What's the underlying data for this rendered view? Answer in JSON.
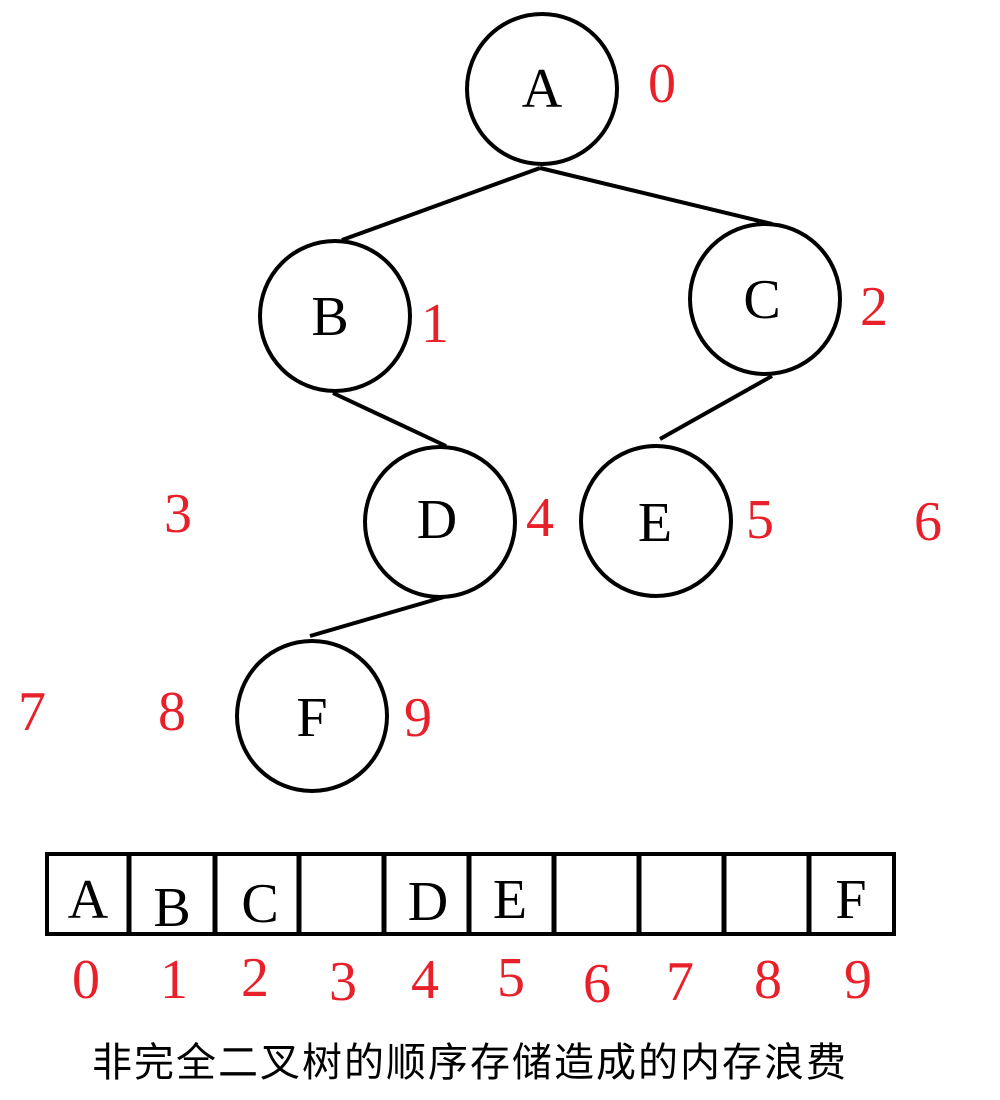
{
  "tree": {
    "nodes": [
      {
        "id": "A",
        "label": "A",
        "index": "0"
      },
      {
        "id": "B",
        "label": "B",
        "index": "1"
      },
      {
        "id": "C",
        "label": "C",
        "index": "2"
      },
      {
        "id": "D",
        "label": "D",
        "index": "4"
      },
      {
        "id": "E",
        "label": "E",
        "index": "5"
      },
      {
        "id": "F",
        "label": "F",
        "index": "9"
      }
    ],
    "edges": [
      [
        "A",
        "B"
      ],
      [
        "A",
        "C"
      ],
      [
        "B",
        "D"
      ],
      [
        "C",
        "E"
      ],
      [
        "D",
        "F"
      ]
    ],
    "empty_position_indices": [
      "3",
      "6",
      "7",
      "8"
    ]
  },
  "array": {
    "cells": [
      "A",
      "B",
      "C",
      "",
      "D",
      "E",
      "",
      "",
      "",
      "F"
    ],
    "indices": [
      "0",
      "1",
      "2",
      "3",
      "4",
      "5",
      "6",
      "7",
      "8",
      "9"
    ]
  },
  "caption": "非完全二叉树的顺序存储造成的内存浪费",
  "colors": {
    "index_red": "#e8202a",
    "stroke": "#000000"
  }
}
